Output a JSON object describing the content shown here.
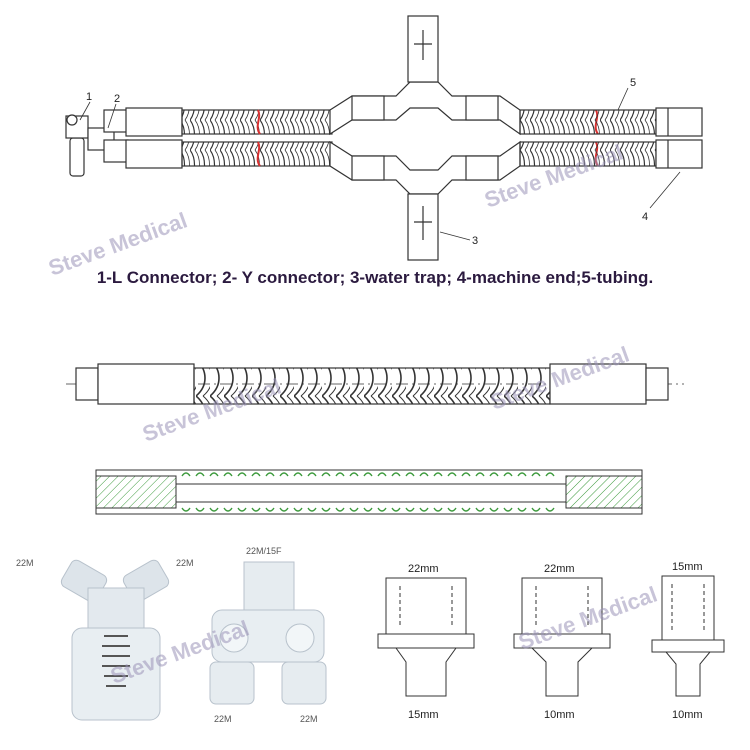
{
  "caption": "1-L Connector; 2- Y connector; 3-water trap; 4-machine end;5-tubing.",
  "callouts": [
    "1",
    "2",
    "3",
    "4",
    "5"
  ],
  "watermark": "Steve Medical",
  "photo_labels": {
    "y_connector": [
      "22M",
      "22M"
    ],
    "water_trap": [
      "22M/15F",
      "22M",
      "22M"
    ]
  },
  "connectors": [
    {
      "top": "22mm",
      "bottom": "15mm"
    },
    {
      "top": "22mm",
      "bottom": "10mm"
    },
    {
      "top": "15mm",
      "bottom": "10mm"
    }
  ],
  "colors": {
    "caption": "#2b1a3f",
    "hatch": "#3c9a3c",
    "watermark": "#9a93b8"
  }
}
